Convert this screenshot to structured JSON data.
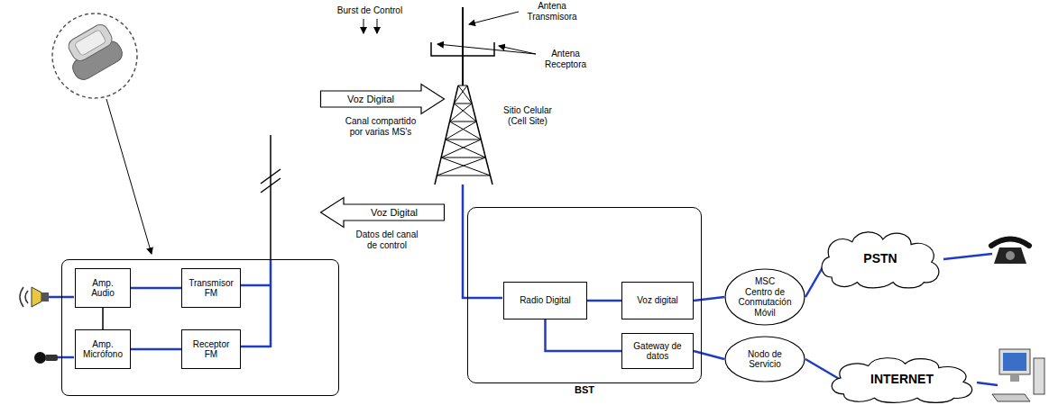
{
  "diagram": {
    "nodes": [
      {
        "text": [
          "Voz Digital"
        ]
      },
      {
        "text": [
          "Voz Digital"
        ]
      },
      {
        "text": []
      },
      {
        "text": [
          "Amp. Audio"
        ],
        "in": 2
      },
      {
        "text": [
          "Transmisor FM"
        ],
        "in": 2
      },
      {
        "text": [
          "Amp. Micrófono"
        ],
        "in": 2
      },
      {
        "text": [
          "Receptor FM"
        ],
        "in": 2
      },
      {
        "text": [
          "BST"
        ]
      },
      {
        "text": [
          "Radio Digital"
        ],
        "in": 7
      },
      {
        "text": [
          "Voz digital"
        ],
        "in": 7
      },
      {
        "text": [
          "Gateway de datos"
        ],
        "in": 7
      },
      {
        "text": [
          "MSC",
          "Centro de Conmutación Móvil"
        ]
      },
      {
        "text": [
          "Nodo de Servicio"
        ]
      },
      {
        "text": [
          "PSTN"
        ]
      },
      {
        "text": [
          "INTERNET"
        ]
      }
    ],
    "edges": [
      {
        "from": 3,
        "to": 4,
        "arrow": "none"
      },
      {
        "from": 3,
        "to": 5,
        "arrow": "none"
      },
      {
        "from": 5,
        "to": 6,
        "arrow": "none"
      },
      {
        "from": 8,
        "to": 9,
        "arrow": "none"
      },
      {
        "from": 8,
        "to": 10,
        "arrow": "none"
      },
      {
        "from": 9,
        "to": 11,
        "arrow": "none"
      },
      {
        "from": 11,
        "to": 13,
        "arrow": "none"
      },
      {
        "from": 10,
        "to": 12,
        "arrow": "none"
      },
      {
        "from": 12,
        "to": 14,
        "arrow": "none"
      }
    ],
    "labels": [
      "Antena Transmisora",
      "Burst de Control",
      "Antena Receptora",
      "Canal compartido por varias MS's",
      "Sitio Celular (Cell Site)",
      "Datos del canal de control"
    ]
  }
}
